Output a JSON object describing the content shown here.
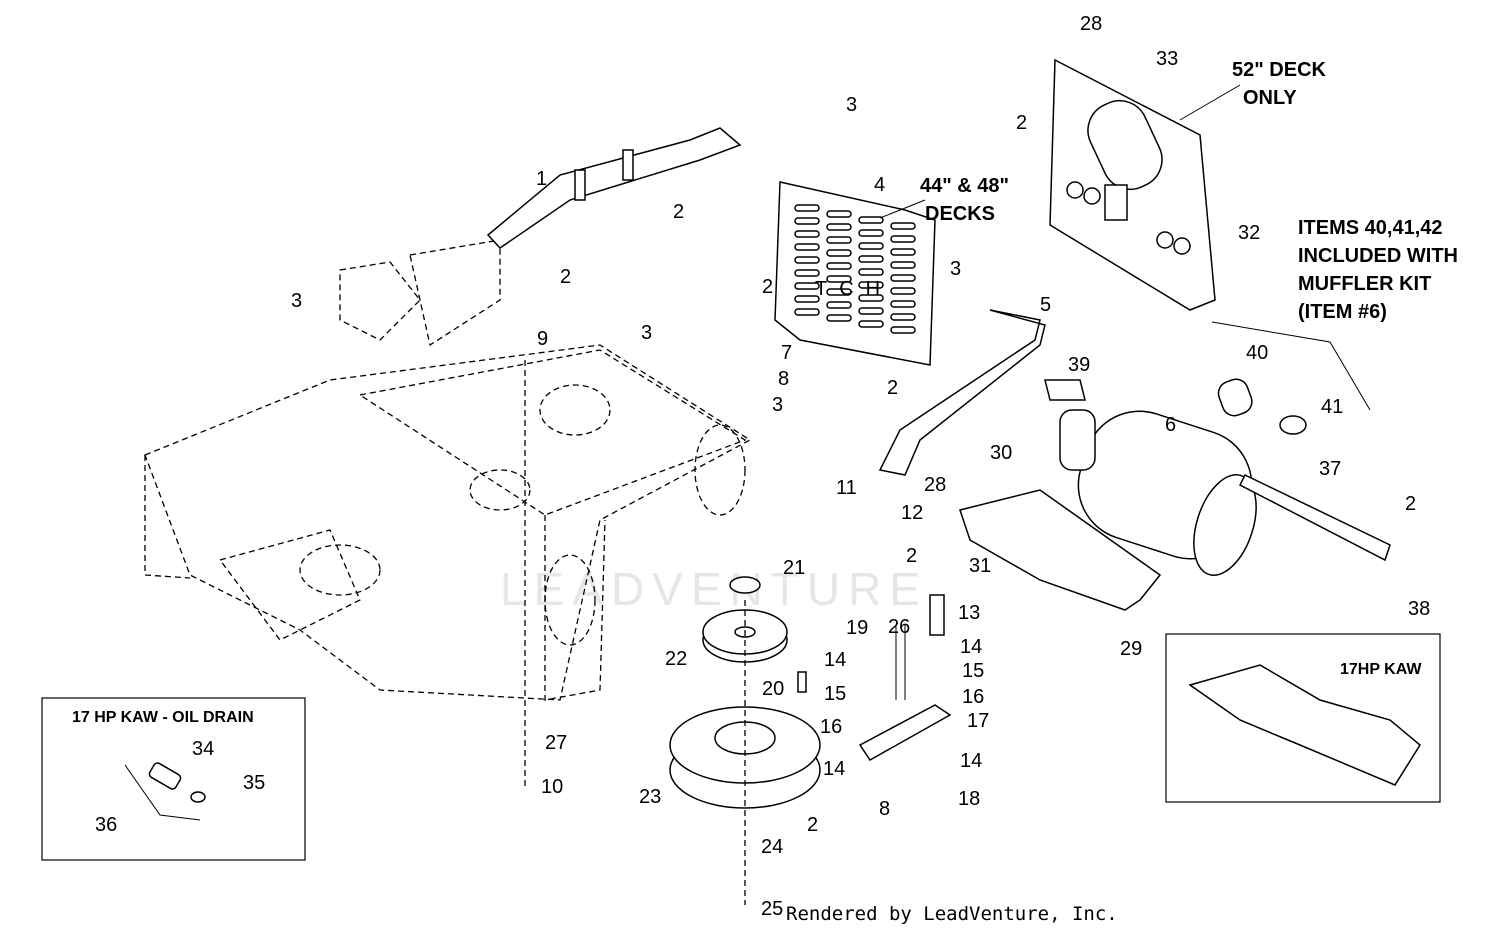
{
  "callouts": [
    "28",
    "33",
    "2",
    "3",
    "1",
    "4",
    "2",
    "32",
    "2",
    "3",
    "2",
    "3",
    "5",
    "9",
    "3",
    "7",
    "8",
    "3",
    "2",
    "39",
    "40",
    "41",
    "6",
    "30",
    "37",
    "28",
    "11",
    "12",
    "2",
    "31",
    "2",
    "21",
    "13",
    "38",
    "19",
    "26",
    "14",
    "29",
    "22",
    "15",
    "14",
    "20",
    "15",
    "16",
    "16",
    "17",
    "34",
    "27",
    "14",
    "14",
    "35",
    "10",
    "23",
    "18",
    "8",
    "2",
    "36",
    "24",
    "25"
  ],
  "notes": {
    "deck52_line1": "52\" DECK",
    "deck52_line2": "ONLY",
    "deck44_line1": "44\" & 48\"",
    "deck44_line2": "DECKS",
    "items_line1": "ITEMS 40,41,42",
    "items_line2": "INCLUDED WITH",
    "items_line3": "MUFFLER KIT",
    "items_line4": "(ITEM #6)"
  },
  "inset_oil_drain": {
    "title": "17 HP KAW - OIL DRAIN"
  },
  "inset_kaw": {
    "title": "17HP KAW"
  },
  "grille_logo": "TCH",
  "watermark": "LEADVENTURE",
  "credit": "Rendered by LeadVenture, Inc."
}
